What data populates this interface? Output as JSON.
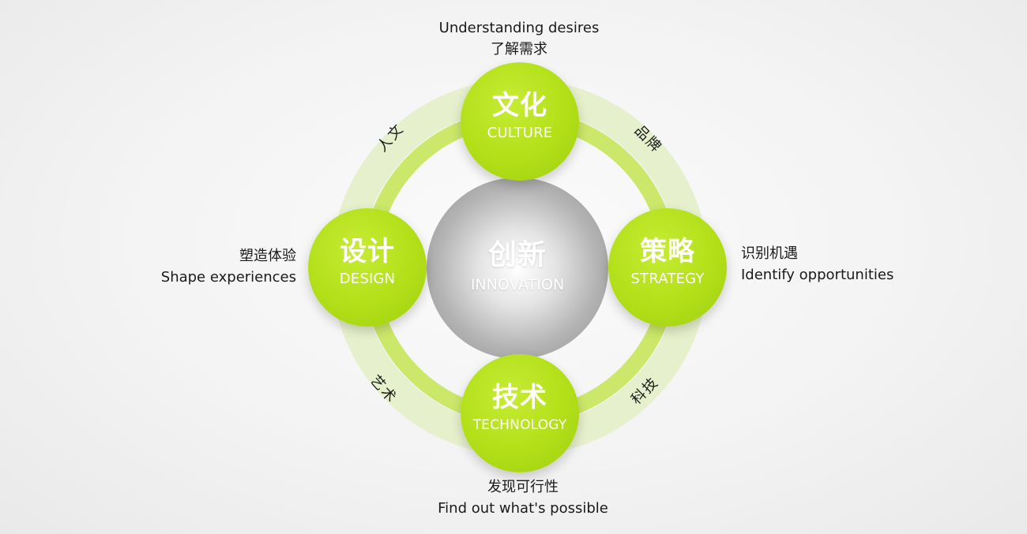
{
  "center": {
    "zh": "创新",
    "en": "INNOVATION"
  },
  "nodes": {
    "culture": {
      "zh": "文化",
      "en": "CULTURE"
    },
    "design": {
      "zh": "设计",
      "en": "DESIGN"
    },
    "strategy": {
      "zh": "策略",
      "en": "STRATEGY"
    },
    "technology": {
      "zh": "技术",
      "en": "TECHNOLOGY"
    }
  },
  "captions": {
    "top": {
      "en": "Understanding desires",
      "zh": "了解需求"
    },
    "left": {
      "zh": "塑造体验",
      "en": "Shape experiences"
    },
    "right": {
      "zh": "识别机遇",
      "en": "Identify opportunities"
    },
    "bottom": {
      "zh": "发现可行性",
      "en": "Find out what's possible"
    }
  },
  "arc_labels": {
    "top_left": "人文",
    "top_right": "品牌",
    "bottom_left": "艺术",
    "bottom_right": "科技"
  },
  "colors": {
    "node_green": "#b2df18",
    "ring_green": "#cbe86a",
    "outer_ring": "#e3eec4",
    "center_gray": "#9a9a9a",
    "text_dark": "#1a1a1a"
  }
}
